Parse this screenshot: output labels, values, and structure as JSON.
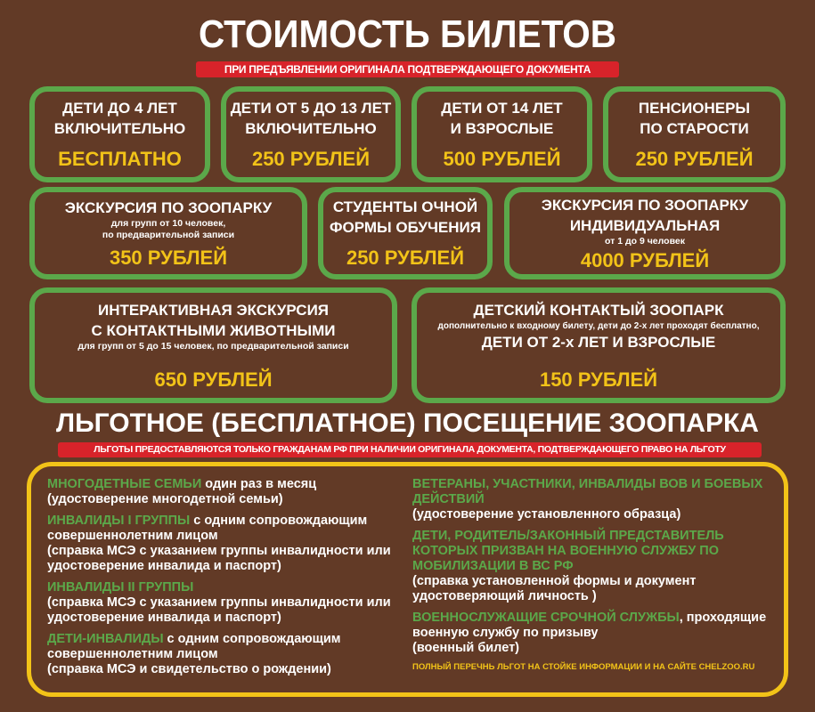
{
  "header": {
    "title": "СТОИМОСТЬ БИЛЕТОВ",
    "subtitle": "ПРИ ПРЕДЪЯВЛЕНИИ ОРИГИНАЛА ПОДТВЕРЖДАЮЩЕГО ДОКУМЕНТА"
  },
  "tickets": [
    {
      "line1": "ДЕТИ ДО 4 ЛЕТ",
      "line2": "ВКЛЮЧИТЕЛЬНО",
      "price": "БЕСПЛАТНО"
    },
    {
      "line1": "ДЕТИ ОТ 5  ДО 13 ЛЕТ",
      "line2": "ВКЛЮЧИТЕЛЬНО",
      "price": "250 РУБЛЕЙ"
    },
    {
      "line1": "ДЕТИ ОТ 14 ЛЕТ",
      "line2": "И ВЗРОСЛЫЕ",
      "price": "500 РУБЛЕЙ"
    },
    {
      "line1": "ПЕНСИОНЕРЫ",
      "line2": "ПО СТАРОСТИ",
      "price": "250 РУБЛЕЙ"
    },
    {
      "line1": "ЭКСКУРСИЯ ПО ЗООПАРКУ",
      "note1": "для групп от 10 человек,",
      "note2": "по предварительной записи",
      "price": "350 РУБЛЕЙ"
    },
    {
      "line1": "СТУДЕНТЫ ОЧНОЙ",
      "line2": "ФОРМЫ ОБУЧЕНИЯ",
      "price": "250 РУБЛЕЙ"
    },
    {
      "line1": "ЭКСКУРСИЯ ПО ЗООПАРКУ",
      "line2": "ИНДИВИДУАЛЬНАЯ",
      "note1": "от 1 до 9 человек",
      "price": "4000 РУБЛЕЙ"
    },
    {
      "line1": "ИНТЕРАКТИВНАЯ ЭКСКУРСИЯ",
      "line2": "С КОНТАКТНЫМИ ЖИВОТНЫМИ",
      "note1": "для групп от 5 до 15 человек, по предварительной записи",
      "price": "650 РУБЛЕЙ"
    },
    {
      "line1": "ДЕТСКИЙ КОНТАКТЫЙ ЗООПАРК",
      "note1": "дополнительно к входному билету, дети до 2-х лет проходят бесплатно,",
      "line2": "ДЕТИ ОТ 2-х ЛЕТ И ВЗРОСЛЫЕ",
      "price": "150 РУБЛЕЙ"
    }
  ],
  "benefits": {
    "title": "ЛЬГОТНОЕ (БЕСПЛАТНОЕ) ПОСЕЩЕНИЕ ЗООПАРКА",
    "subtitle": "ЛЬГОТЫ ПРЕДОСТАВЛЯЮТСЯ ТОЛЬКО ГРАЖДАНАМ РФ ПРИ НАЛИЧИИ ОРИГИНАЛА ДОКУМЕНТА, ПОДТВЕРЖДАЮЩЕГО ПРАВО НА ЛЬГОТУ",
    "left": [
      {
        "category": "МНОГОДЕТНЫЕ СЕМЬИ",
        "condition": " один раз в месяц",
        "document": "(удостоверение многодетной семьи)"
      },
      {
        "category": "ИНВАЛИДЫ I ГРУППЫ",
        "condition": " с одним сопровождающим совершеннолетним лицом",
        "document": "(справка МСЭ с указанием группы инвалидности или удостоверение инвалида и паспорт)"
      },
      {
        "category": "ИНВАЛИДЫ II ГРУППЫ",
        "condition": "",
        "document": "(справка МСЭ с указанием группы инвалидности или удостоверение инвалида и паспорт)"
      },
      {
        "category": "ДЕТИ-ИНВАЛИДЫ",
        "condition": " с одним сопровождающим совершеннолетним лицом",
        "document": "(справка МСЭ и свидетельство о рождении)"
      }
    ],
    "right": [
      {
        "category": "ВЕТЕРАНЫ, УЧАСТНИКИ, ИНВАЛИДЫ ВОВ И БОЕВЫХ ДЕЙСТВИЙ",
        "condition": "",
        "document": "(удостоверение установленного образца)"
      },
      {
        "category": "ДЕТИ, РОДИТЕЛЬ/ЗАКОННЫЙ ПРЕДСТАВИТЕЛЬ КОТОРЫХ ПРИЗВАН НА ВОЕННУЮ СЛУЖБУ ПО МОБИЛИЗАЦИИ В ВС РФ",
        "condition": "",
        "document": "(справка установленной формы и документ удостоверяющий личность )"
      },
      {
        "category": "ВОЕННОСЛУЖАЩИЕ СРОЧНОЙ СЛУЖБЫ",
        "condition": ", проходящие военную службу по призыву",
        "document": "(военный билет)"
      }
    ],
    "footnote": "ПОЛНЫЙ ПЕРЕЧНЬ ЛЬГОТ НА СТОЙКЕ ИНФОРМАЦИИ И НА САЙТЕ CHELZOO.RU"
  },
  "colors": {
    "background": "#623a26",
    "box_border": "#5ba84a",
    "price": "#f2c318",
    "banner": "#d8232a",
    "benefits_border": "#f2c318",
    "category": "#5ba84a"
  }
}
